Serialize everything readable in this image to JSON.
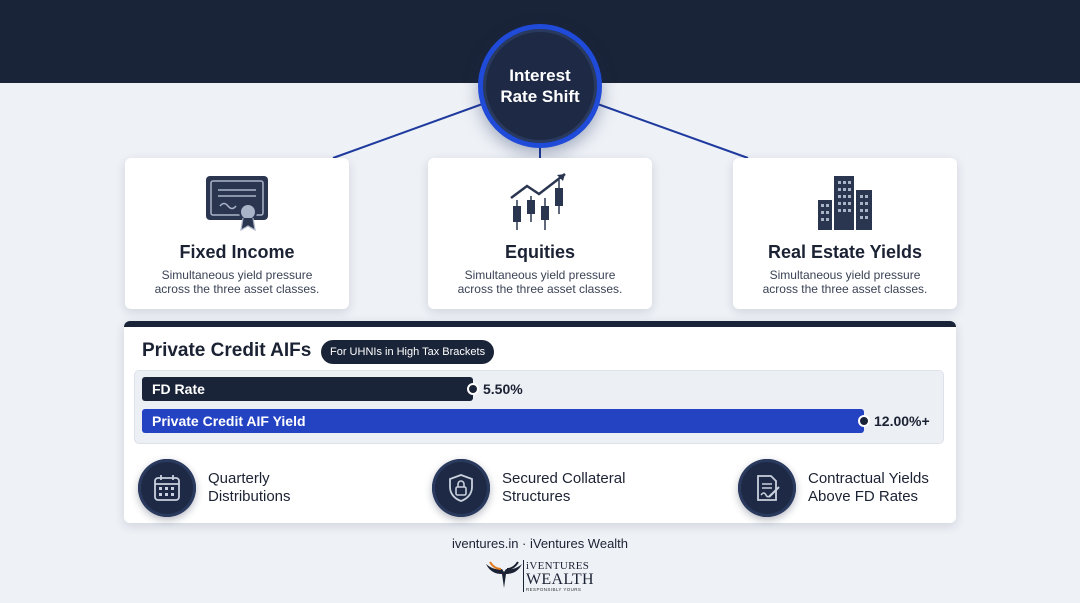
{
  "hub": {
    "title": "Interest Rate Shift"
  },
  "cards": [
    {
      "title": "Fixed Income",
      "description": "Simultaneous yield pressure across the three asset classes.",
      "icon": "certificate-icon"
    },
    {
      "title": "Equities",
      "description": "Simultaneous yield pressure across the three asset classes.",
      "icon": "candlestick-chart-icon"
    },
    {
      "title": "Real Estate Yields",
      "description": "Simultaneous yield pressure across the three asset classes.",
      "icon": "buildings-icon"
    }
  ],
  "panel": {
    "title": "Private Credit AIFs",
    "badge": "For UHNIs in High Tax Brackets",
    "bars": [
      {
        "label": "FD Rate",
        "value": 5.5,
        "value_label": "5.50%",
        "color": "#1a2438"
      },
      {
        "label": "Private Credit AIF Yield",
        "value": 12.0,
        "value_label": "12.00%+",
        "color": "#2443c2"
      }
    ],
    "bar_max": 12.0,
    "features": [
      {
        "text": "Quarterly Distributions",
        "icon": "calendar-icon"
      },
      {
        "text": "Secured Collateral Structures",
        "icon": "shield-lock-icon"
      },
      {
        "text": "Contractual Yields Above FD Rates",
        "icon": "signed-document-icon"
      }
    ]
  },
  "footer": {
    "text": "iventures.in · iVentures Wealth"
  },
  "logo": {
    "name_line1": "iVENTURES",
    "name_line2": "WEALTH",
    "tagline": "RESPONSIBLY YOURS"
  },
  "colors": {
    "navy": "#1a2438",
    "accent_blue": "#1f4bd8",
    "bar_blue": "#2443c2",
    "background": "#eef1f6"
  }
}
